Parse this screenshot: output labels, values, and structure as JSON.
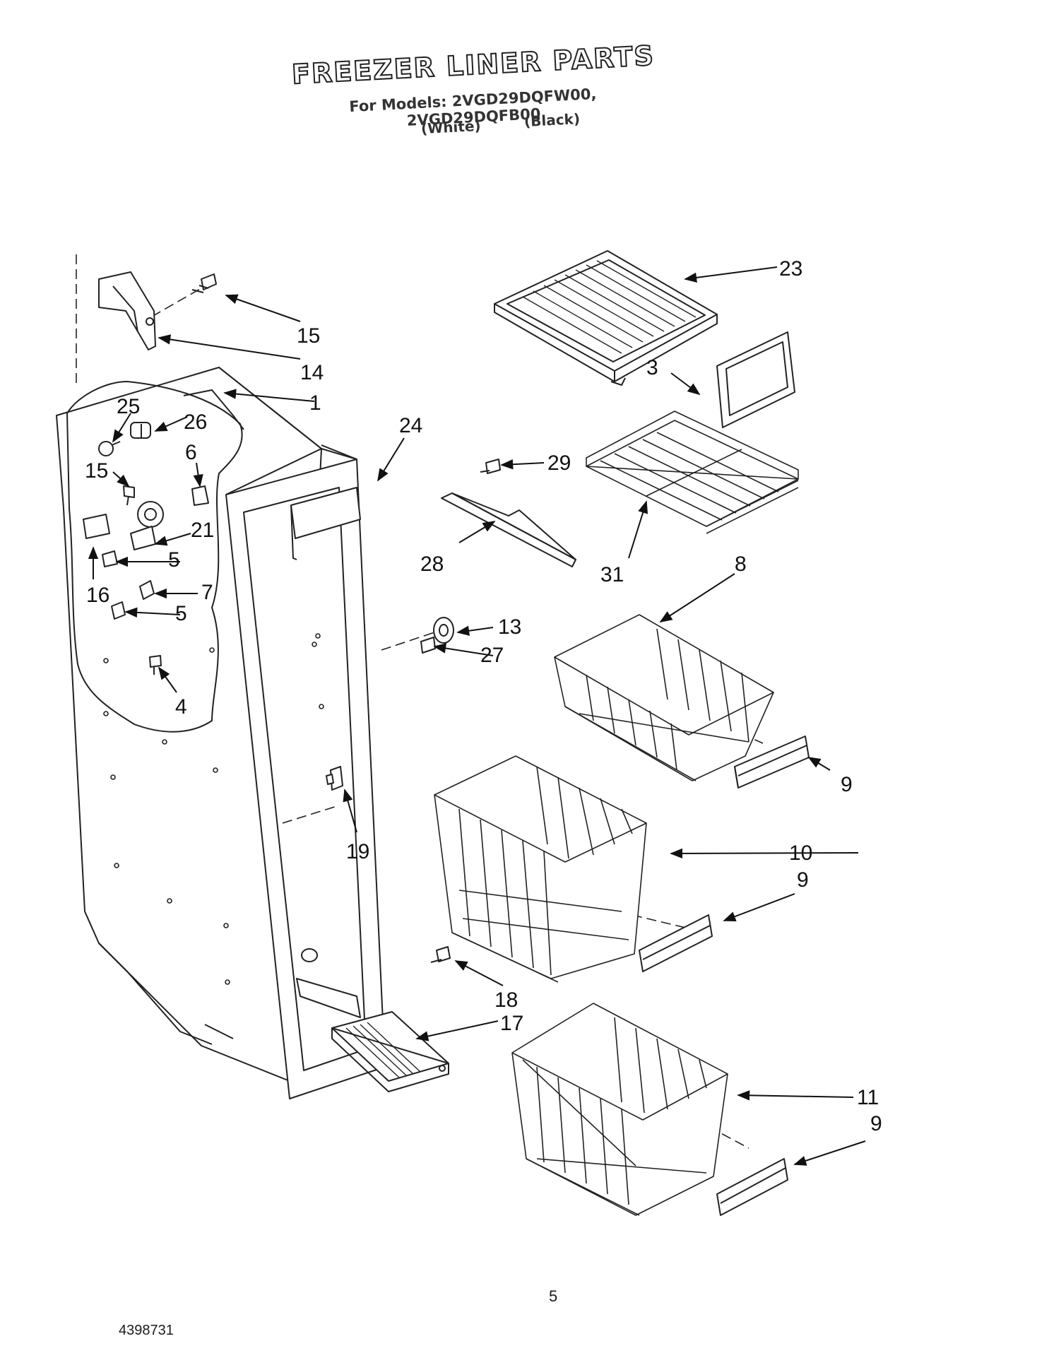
{
  "header": {
    "title": "FREEZER LINER PARTS",
    "models_line": "For Models: 2VGD29DQFW00, 2VGD29DQFB00",
    "variant_white": "(White)",
    "variant_black": "(Black)"
  },
  "callouts": {
    "c1": "1",
    "c3": "3",
    "c4": "4",
    "c5a": "5",
    "c5b": "5",
    "c6": "6",
    "c7": "7",
    "c8": "8",
    "c9a": "9",
    "c9b": "9",
    "c9c": "9",
    "c10": "10",
    "c11": "11",
    "c13": "13",
    "c14": "14",
    "c15a": "15",
    "c15b": "15",
    "c16": "16",
    "c17": "17",
    "c18": "18",
    "c19": "19",
    "c21": "21",
    "c23": "23",
    "c24": "24",
    "c25": "25",
    "c26": "26",
    "c27": "27",
    "c28": "28",
    "c29": "29",
    "c31": "31"
  },
  "footer": {
    "page_number": "5",
    "document_number": "4398731"
  }
}
